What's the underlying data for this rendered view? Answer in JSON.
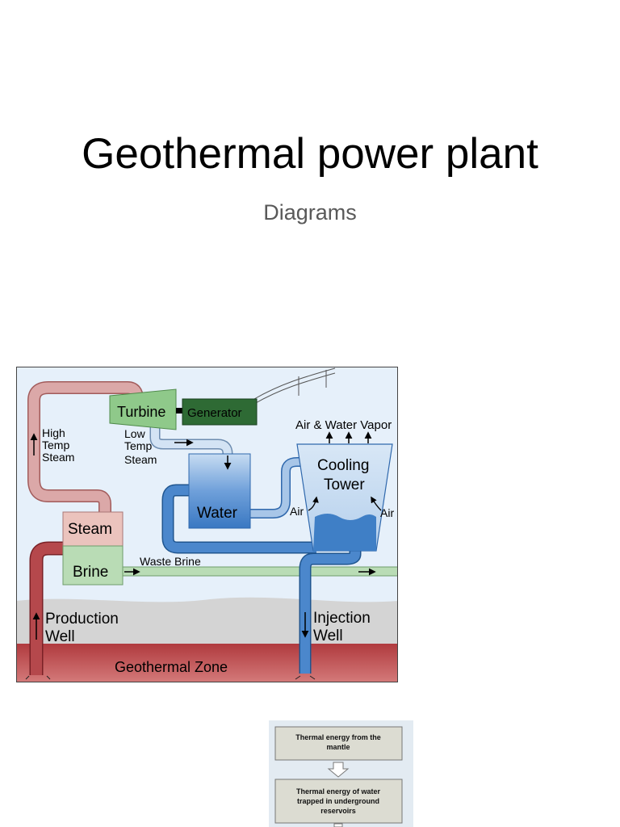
{
  "slide": {
    "title": "Geothermal power plant",
    "subtitle": "Diagrams"
  },
  "diagram": {
    "turbine": "Turbine",
    "generator": "Generator",
    "high_temp_steam": [
      "High",
      "Temp",
      "Steam"
    ],
    "low_temp_steam": [
      "Low",
      "Temp",
      "Steam"
    ],
    "air_water_vapor": "Air & Water Vapor",
    "cooling_tower": [
      "Cooling",
      "Tower"
    ],
    "air": "Air",
    "water": "Water",
    "steam": "Steam",
    "brine": "Brine",
    "waste_brine": "Waste Brine",
    "production_well": [
      "Production",
      "Well"
    ],
    "injection_well": [
      "Injection",
      "Well"
    ],
    "geothermal_zone": "Geothermal Zone",
    "colors": {
      "sky": "#e6f0fa",
      "steam_pipe": "#dba8a8",
      "turbine": "#8fc98a",
      "generator": "#2e6a34",
      "water_blue": "#3f7fc6",
      "light_blue": "#b8d3ee",
      "brine_green": "#b9dcb5",
      "ground_gray": "#d4d4d4",
      "geothermal_red": "#b03a3e"
    }
  },
  "flow_chart": {
    "box1": [
      "Thermal energy from the",
      "mantle"
    ],
    "box2": [
      "Thermal energy of water",
      "trapped in underground",
      "reservoirs"
    ]
  }
}
